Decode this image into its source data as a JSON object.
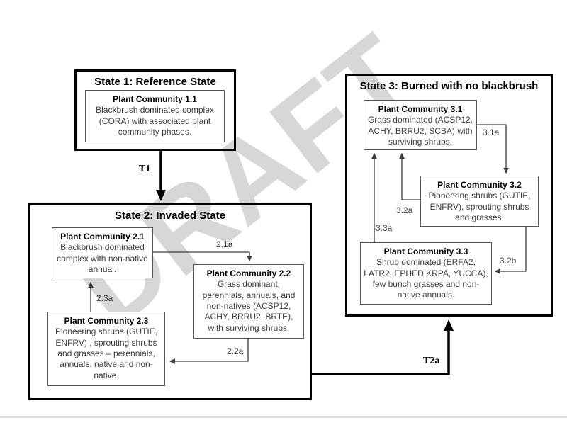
{
  "watermark": {
    "text": "DRAFT",
    "color": "#d7d7d7"
  },
  "diagram": {
    "states": [
      {
        "title": "State 1: Reference State",
        "communities": [
          {
            "title": "Plant Community 1.1",
            "body": "Blackbrush dominated complex (CORA) with associated plant community phases."
          }
        ]
      },
      {
        "title": "State 2: Invaded State",
        "communities": [
          {
            "title": "Plant Community 2.1",
            "body": "Blackbrush dominated complex with non-native annual."
          },
          {
            "title": "Plant Community 2.2",
            "body": "Grass dominant, perennials, annuals, and non-natives (ACSP12, ACHY, BRRU2, BRTE), with surviving shrubs."
          },
          {
            "title": "Plant Community 2.3",
            "body": "Pioneering shrubs (GUTIE, ENFRV) , sprouting shrubs and grasses – perennials, annuals, native and non-native."
          }
        ]
      },
      {
        "title": "State 3: Burned with no blackbrush",
        "communities": [
          {
            "title": "Plant Community 3.1",
            "body": "Grass dominated (ACSP12, ACHY, BRRU2, SCBA) with surviving shrubs."
          },
          {
            "title": "Plant Community 3.2",
            "body": "Pioneering shrubs (GUTIE, ENFRV), sprouting shrubs and grasses."
          },
          {
            "title": "Plant Community 3.3",
            "body": "Shrub dominated (ERFA2, LATR2, EPHED,KRPA, YUCCA), few bunch grasses and non-native annuals."
          }
        ]
      }
    ],
    "transitions": {
      "t1": "T1",
      "t2a": "T2a",
      "c21a": "2.1a",
      "c22a": "2.2a",
      "c23a": "2.3a",
      "c31a": "3.1a",
      "c32a": "3.2a",
      "c33a": "3.3a",
      "c32b": "3.2b"
    }
  }
}
